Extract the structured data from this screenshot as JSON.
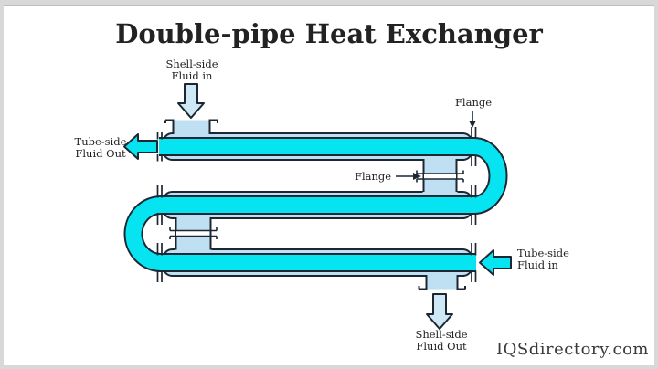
{
  "title": "Double-pipe Heat Exchanger",
  "watermark": "IQSdirectory.com",
  "labels": {
    "shell_side_fluid_in": "Shell-side\nFluid in",
    "tube_side_fluid_out": "Tube-side\nFluid Out",
    "flange_top": "Flange",
    "flange_middle": "Flange",
    "tube_side_fluid_in": "Tube-side\nFluid in",
    "shell_side_fluid_out": "Shell-side\nFluid Out"
  },
  "colors": {
    "tube": "#06e4f2",
    "shell_fluid": "#bfdff2",
    "arrow_pale": "#cfe8f5",
    "outline": "#1d2733",
    "title_text": "#222222",
    "label_text": "#1e1e1e",
    "watermark_text": "#3a3a3a",
    "frame": "#d8d8d8",
    "background": "#ffffff"
  }
}
